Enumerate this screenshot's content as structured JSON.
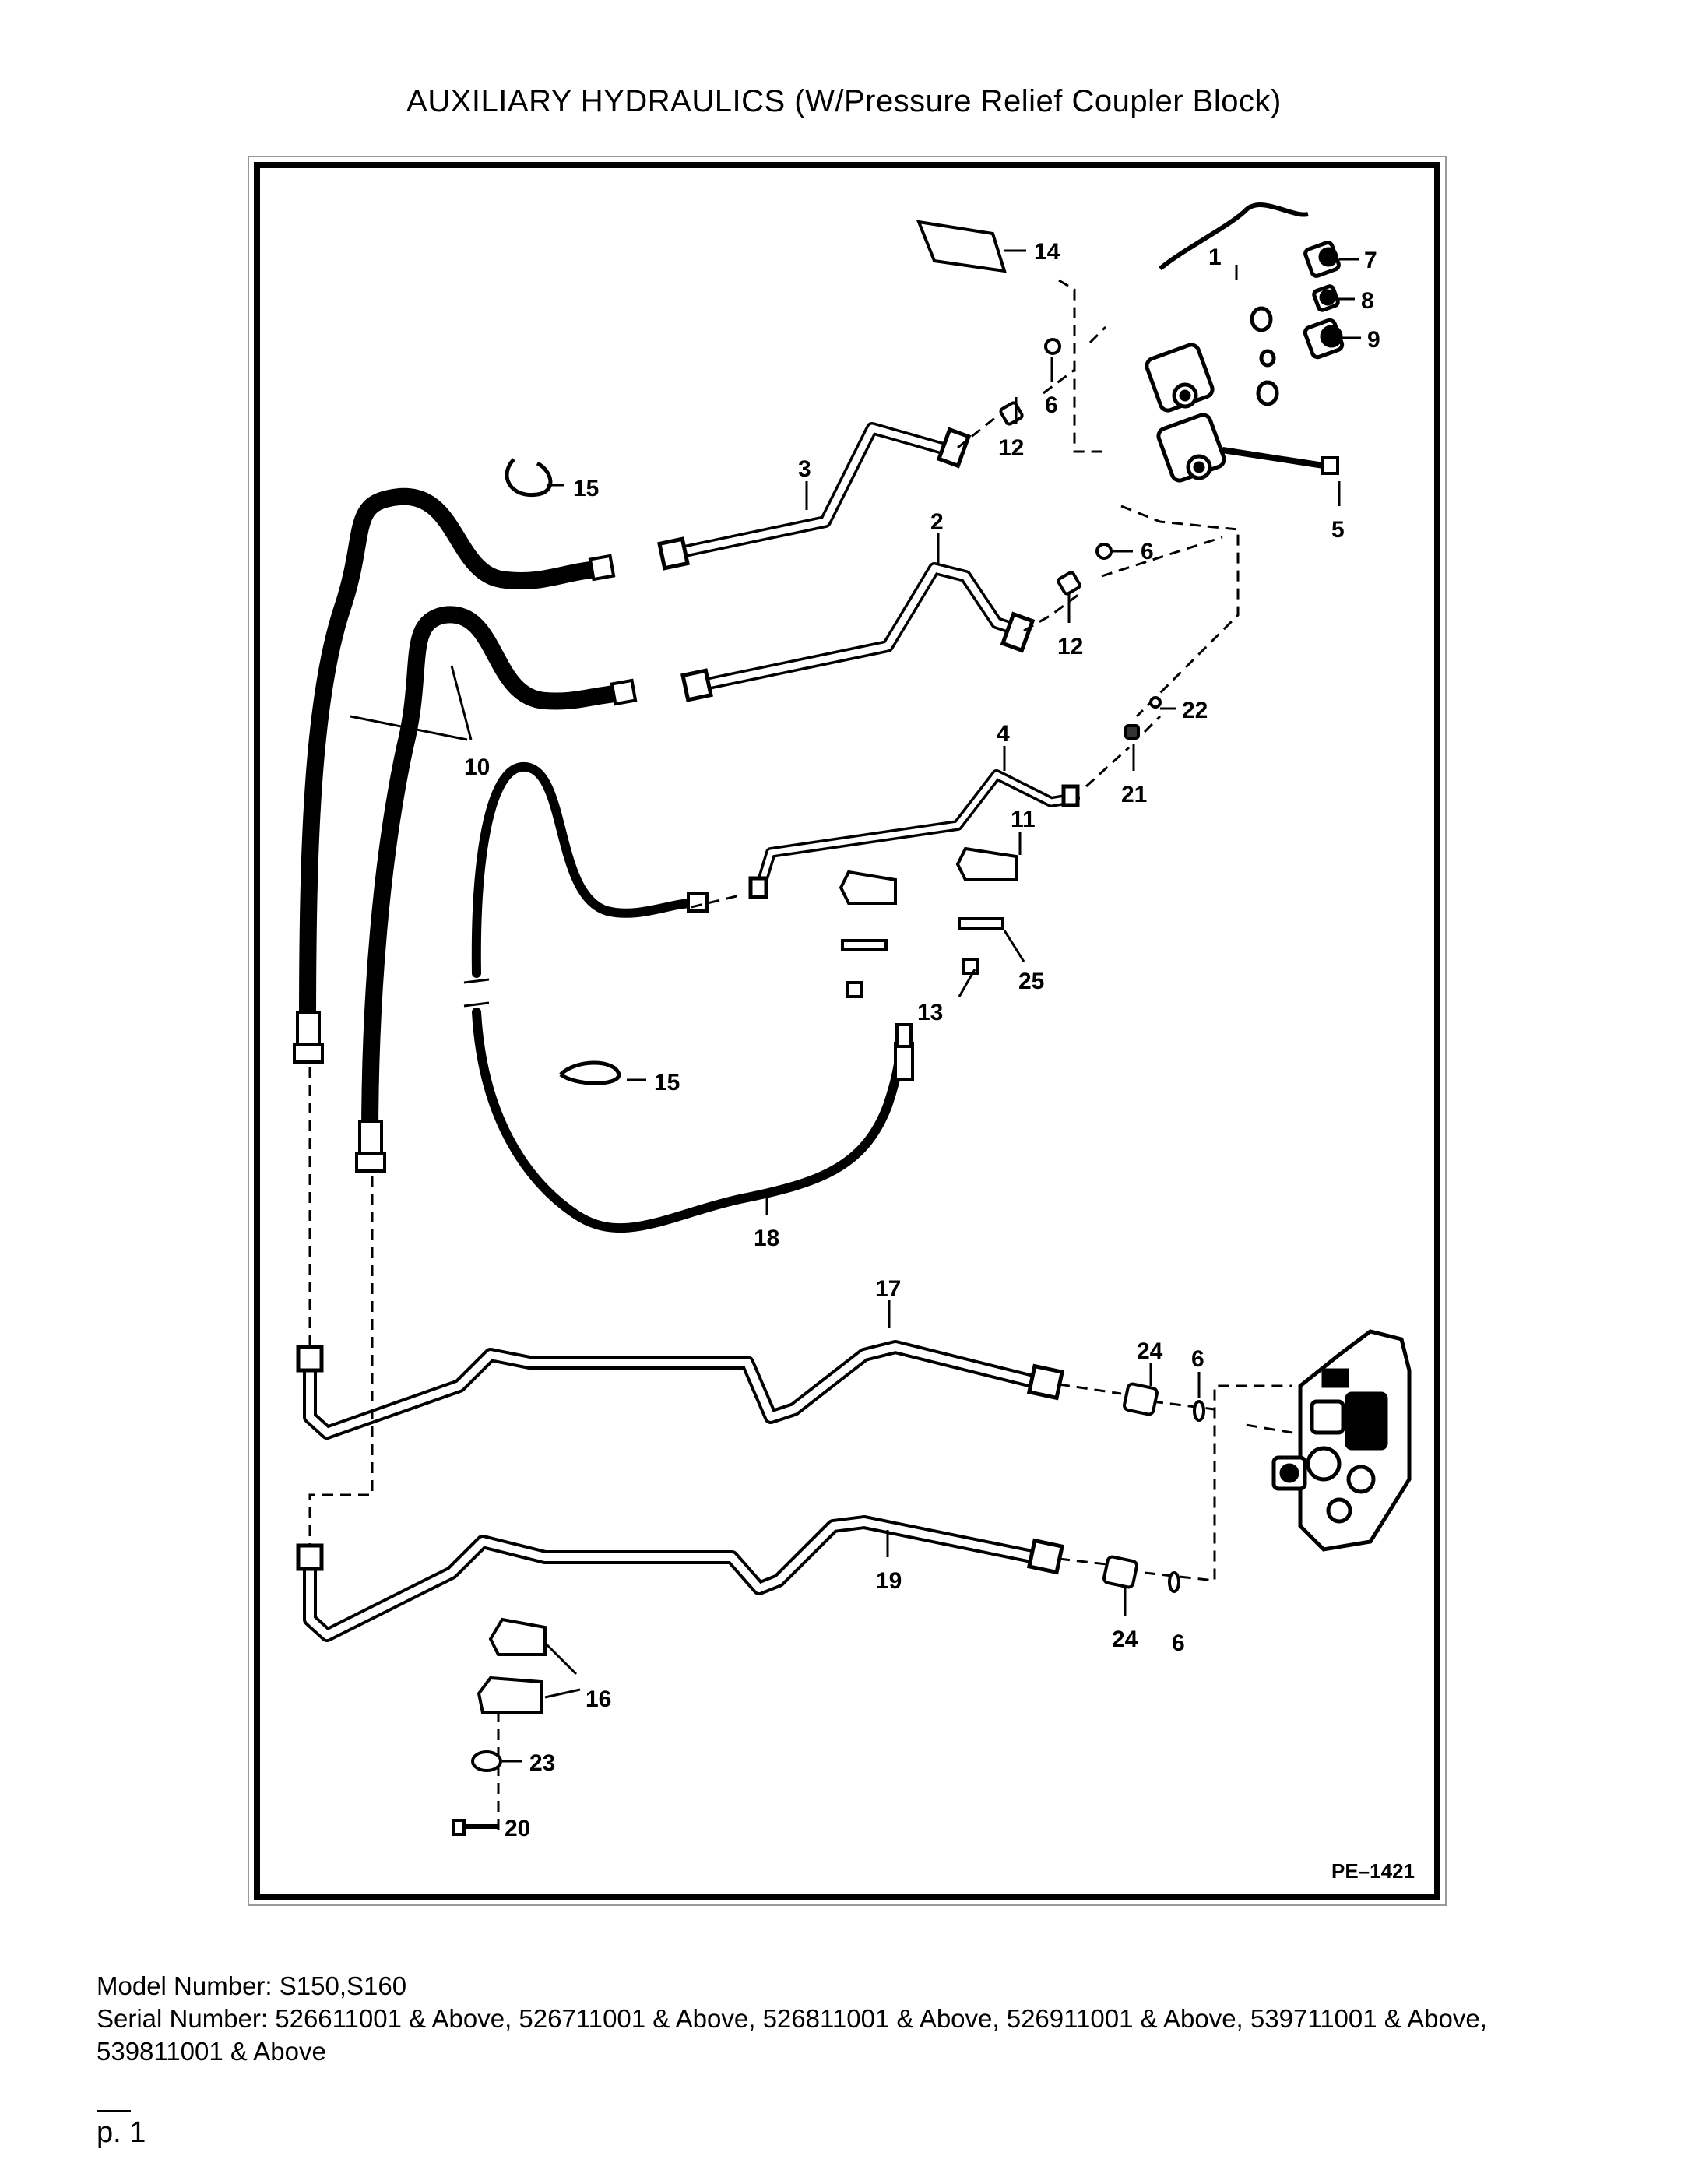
{
  "title": "AUXILIARY HYDRAULICS (W/Pressure Relief Coupler Block)",
  "diagram": {
    "drawing_code": "PE–1421",
    "callouts": {
      "c1": "1",
      "c2": "2",
      "c3": "3",
      "c4": "4",
      "c5": "5",
      "c6a": "6",
      "c6b": "6",
      "c6c": "6",
      "c6d": "6",
      "c7": "7",
      "c8": "8",
      "c9": "9",
      "c10": "10",
      "c11": "11",
      "c12a": "12",
      "c12b": "12",
      "c13": "13",
      "c14": "14",
      "c15a": "15",
      "c15b": "15",
      "c16": "16",
      "c17": "17",
      "c18": "18",
      "c19": "19",
      "c20": "20",
      "c21": "21",
      "c22": "22",
      "c23": "23",
      "c24a": "24",
      "c24b": "24",
      "c25": "25"
    }
  },
  "info": {
    "model_line": "Model Number: S150,S160",
    "serial_line": "Serial Number: 526611001 & Above, 526711001 & Above, 526811001 & Above, 526911001 & Above, 539711001 & Above, 539811001 & Above"
  },
  "page": "p. 1"
}
